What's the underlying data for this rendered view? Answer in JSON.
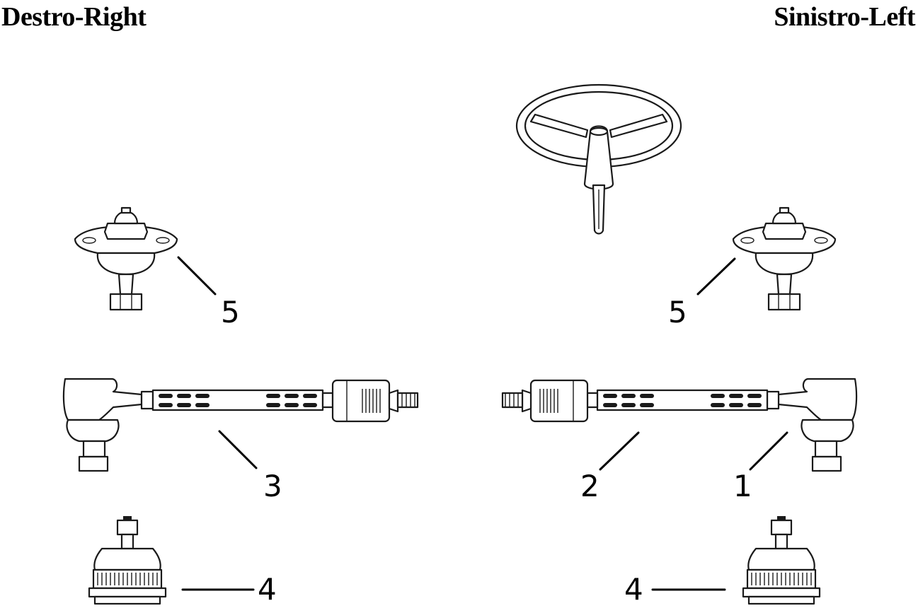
{
  "titles": {
    "right_side": "Destro-Right",
    "left_side": "Sinistro-Left"
  },
  "callouts": {
    "upper_joint_right": "5",
    "upper_joint_left": "5",
    "tie_rod_right": "3",
    "tie_rod_left": "2",
    "tie_rod_end_left": "1",
    "lower_joint_right": "4",
    "lower_joint_left": "4"
  },
  "colors": {
    "ink": "#1a1a1a",
    "background": "#ffffff"
  }
}
